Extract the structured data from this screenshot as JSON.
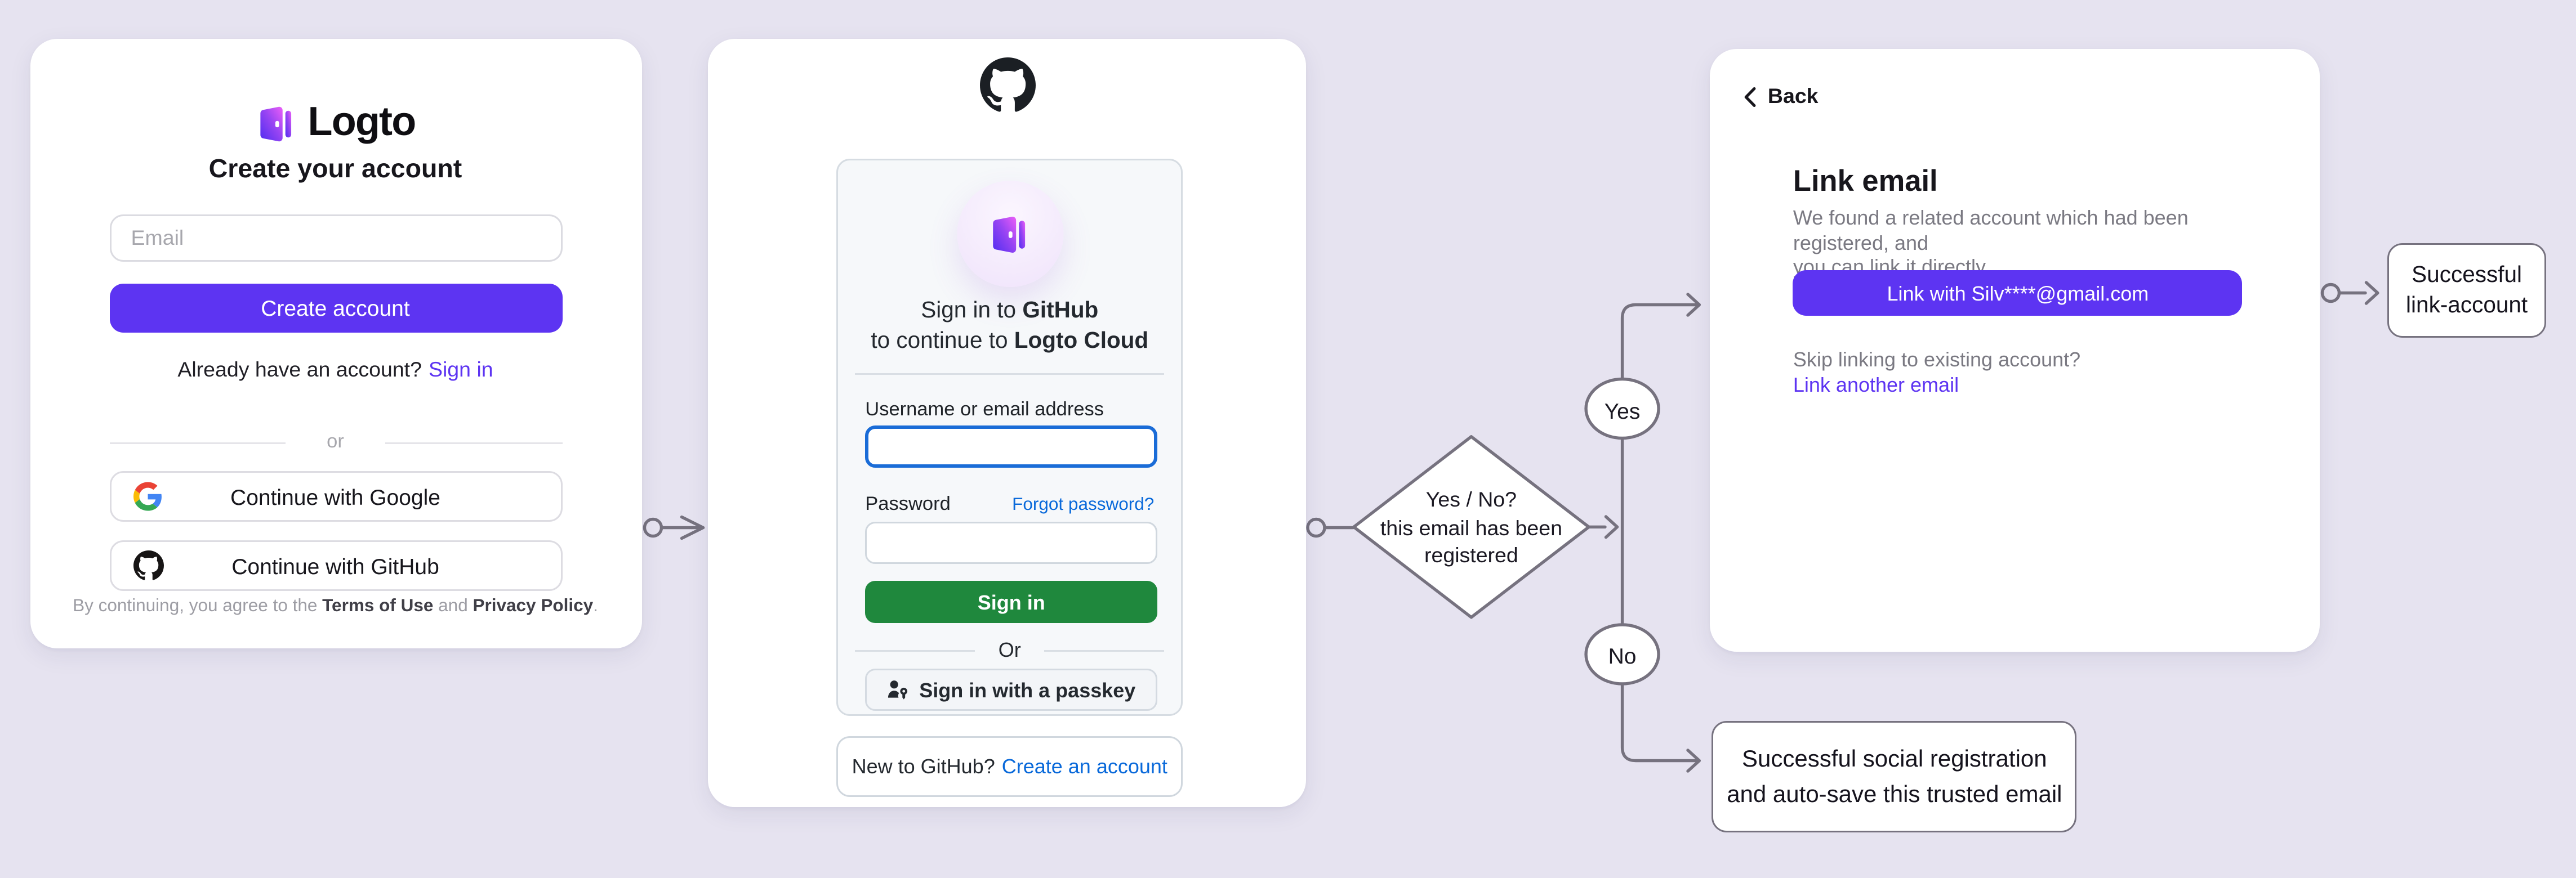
{
  "colors": {
    "background": "#e6e3f0",
    "accent_purple": "#5d34f2",
    "github_green": "#1f883d",
    "github_blue": "#0969da",
    "connector_gray": "#76727f"
  },
  "logto_card": {
    "brand": "Logto",
    "title": "Create your account",
    "email_placeholder": "Email",
    "create_button": "Create account",
    "signin_prompt": "Already have an account?",
    "signin_link": "Sign in",
    "divider": "or",
    "google_button": "Continue with Google",
    "github_button": "Continue with GitHub",
    "terms_prefix": "By continuing, you agree to the ",
    "terms_link": "Terms of Use",
    "terms_and": " and ",
    "privacy_link": "Privacy Policy",
    "terms_suffix": "."
  },
  "github_card": {
    "heading_line1_prefix": "Sign in to ",
    "heading_line1_bold": "GitHub",
    "heading_line2_prefix": "to continue to ",
    "heading_line2_bold": "Logto Cloud",
    "username_label": "Username or email address",
    "password_label": "Password",
    "forgot_link": "Forgot password?",
    "signin_button": "Sign in",
    "divider": "Or",
    "passkey_button": "Sign in with a passkey",
    "new_prompt": "New to GitHub?",
    "create_link": "Create an account"
  },
  "link_card": {
    "back": "Back",
    "heading": "Link email",
    "description_line1": "We found a related account which had been registered, and",
    "description_line2": "you can link it directly.",
    "link_button": "Link with Silv****@gmail.com",
    "skip_text": "Skip linking to existing account?",
    "link_another": "Link another email"
  },
  "flow": {
    "decision_line1": "Yes / No?",
    "decision_line2": "this email has been",
    "decision_line3": "registered",
    "yes_label": "Yes",
    "no_label": "No",
    "success_link_line1": "Successful",
    "success_link_line2": "link-account",
    "success_social_line1": "Successful social registration",
    "success_social_line2": "and auto-save this trusted email"
  }
}
